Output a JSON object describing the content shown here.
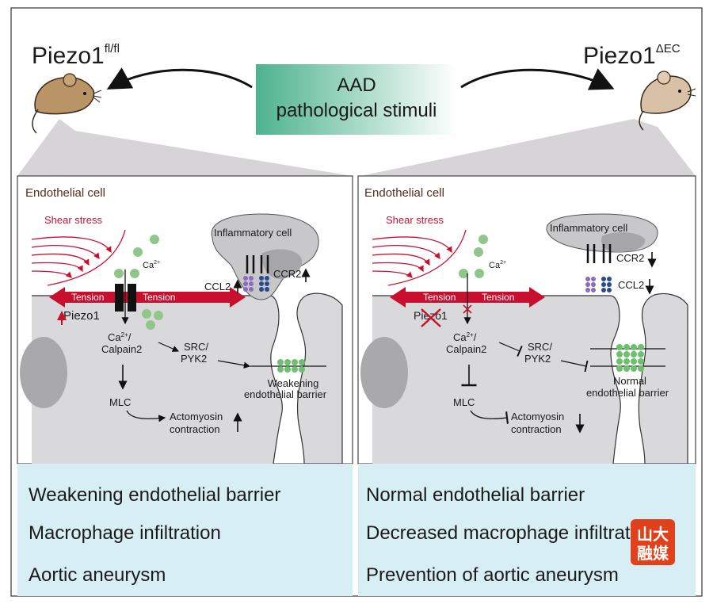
{
  "header": {
    "left_mouse_label": "Piezo1",
    "left_mouse_sup": "fl/fl",
    "right_mouse_label": "Piezo1",
    "right_mouse_sup": "ΔEC",
    "stimulus_line1": "AAD",
    "stimulus_line2": "pathological stimuli"
  },
  "left_panel": {
    "title": "Endothelial cell",
    "shear_stress": "Shear stress",
    "ca": "Ca",
    "ca_sup": "2+",
    "inflammatory_cell": "Inflammatory cell",
    "ccr2": "CCR2",
    "ccl2": "CCL2",
    "tension_left": "Tension",
    "tension_right": "Tension",
    "piezo1": "Piezo1",
    "ca_calpain_line1": "Ca",
    "ca_calpain_sup": "2+",
    "ca_calpain_line1_suffix": "/",
    "ca_calpain_line2": "Calpain2",
    "src_line1": "SRC/",
    "src_line2": "PYK2",
    "mlc": "MLC",
    "actomyosin_line1": "Actomyosin",
    "actomyosin_line2": "contraction",
    "barrier_line1": "Weakening",
    "barrier_line2": "endothelial barrier"
  },
  "right_panel": {
    "title": "Endothelial cell",
    "shear_stress": "Shear stress",
    "ca": "Ca",
    "ca_sup": "2+",
    "inflammatory_cell": "Inflammatory cell",
    "ccr2": "CCR2",
    "ccl2": "CCL2",
    "tension_left": "Tension",
    "tension_right": "Tension",
    "piezo1": "Piezo1",
    "ca_calpain_line1": "Ca",
    "ca_calpain_sup": "2+",
    "ca_calpain_line1_suffix": "/",
    "ca_calpain_line2": "Calpain2",
    "src_line1": "SRC/",
    "src_line2": "PYK2",
    "mlc": "MLC",
    "actomyosin_line1": "Actomyosin",
    "actomyosin_line2": "contraction",
    "barrier_line1": "Normal",
    "barrier_line2": "endothelial barrier"
  },
  "outcomes_left": [
    "Weakening endothelial barrier",
    "Macrophage infiltration",
    "Aortic aneurysm"
  ],
  "outcomes_right": [
    "Normal endothelial barrier",
    "Decreased macrophage infiltration",
    "Prevention of aortic aneurysm"
  ],
  "watermark": {
    "line1": "山大",
    "line2": "融媒"
  },
  "colors": {
    "tension_red": "#c8102e",
    "cell_gray": "#d9d9db",
    "outcome_bg": "#d8eef5",
    "stimulus_green": "#4db38e",
    "ca_green": "#8fc78a",
    "barrier_green": "#6cc06e",
    "ccl2_purple": "#8a6cbc",
    "ccr2_blue": "#2a4a8c"
  }
}
